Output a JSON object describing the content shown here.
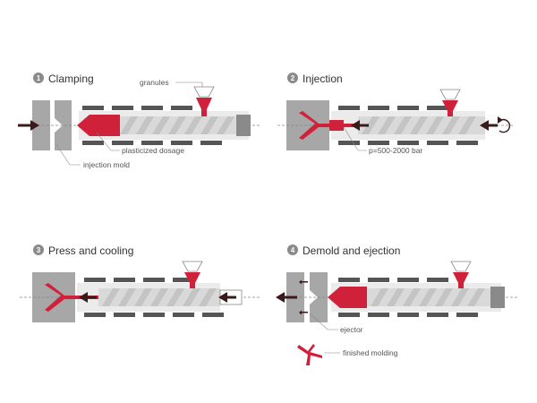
{
  "steps": [
    {
      "number": "1",
      "title": "Clamping"
    },
    {
      "number": "2",
      "title": "Injection"
    },
    {
      "number": "3",
      "title": "Press and cooling"
    },
    {
      "number": "4",
      "title": "Demold and ejection"
    }
  ],
  "labels": {
    "granules": "granules",
    "plasticized_dosage": "plasticized dosage",
    "injection_mold": "injection mold",
    "pressure": "p=500-2000 bar",
    "ejector": "ejector",
    "finished_molding": "finished molding"
  },
  "colors": {
    "accent": "#d0213a",
    "barrel": "#ebebeb",
    "heater": "#555555",
    "mold": "#a7a7a7",
    "arrow": "#3a1a1a",
    "badge": "#8a8a8a",
    "text": "#333333"
  }
}
